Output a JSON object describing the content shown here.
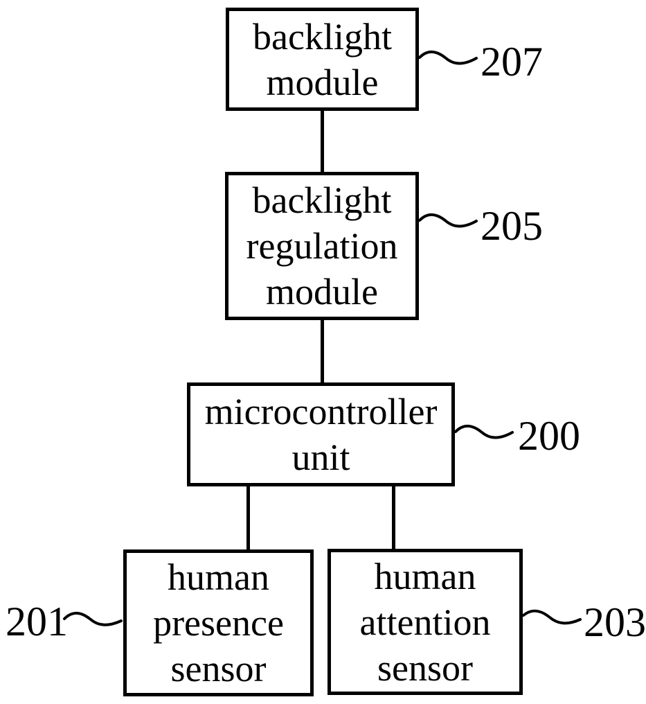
{
  "figure": {
    "background_color": "#ffffff",
    "line_color": "#000000",
    "text_color": "#000000"
  },
  "blocks": [
    {
      "id": "backlight-module",
      "label": "backlight module",
      "ref": "207"
    },
    {
      "id": "backlight-regulation-module",
      "label": "backlight regulation module",
      "ref": "205"
    },
    {
      "id": "microcontroller-unit",
      "label": "microcontroller unit",
      "ref": "200"
    },
    {
      "id": "human-presence-sensor",
      "label": "human presence sensor",
      "ref": "201"
    },
    {
      "id": "human-attention-sensor",
      "label": "human attention sensor",
      "ref": "203"
    }
  ],
  "connections": [
    {
      "from": "backlight-module",
      "to": "backlight-regulation-module"
    },
    {
      "from": "backlight-regulation-module",
      "to": "microcontroller-unit"
    },
    {
      "from": "microcontroller-unit",
      "to": "human-presence-sensor"
    },
    {
      "from": "microcontroller-unit",
      "to": "human-attention-sensor"
    }
  ]
}
